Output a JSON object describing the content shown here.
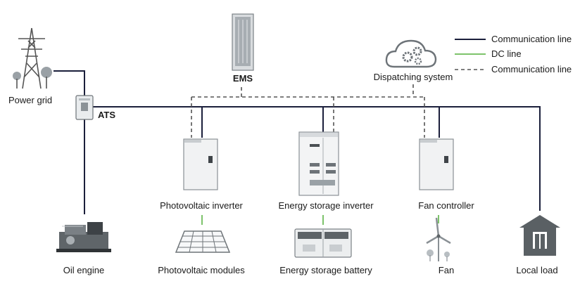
{
  "legend": [
    {
      "label": "Communication line",
      "style": "solid",
      "color": "#1b1f3b"
    },
    {
      "label": "DC line",
      "style": "solid",
      "color": "#7dc36b"
    },
    {
      "label": "Communication line",
      "style": "dashed",
      "color": "#555555"
    }
  ],
  "nodes": {
    "power_grid": "Power grid",
    "ats": "ATS",
    "ems": "EMS",
    "dispatching_system": "Dispatching system",
    "pv_inverter": "Photovoltaic inverter",
    "storage_inverter": "Energy storage inverter",
    "fan_controller": "Fan controller",
    "oil_engine": "Oil engine",
    "pv_modules": "Photovoltaic modules",
    "storage_battery": "Energy storage battery",
    "fan": "Fan",
    "local_load": "Local load"
  },
  "icons": {
    "power_grid": "power-tower-icon",
    "ats": "ats-switch-icon",
    "ems": "server-cabinet-icon",
    "dispatching_system": "cloud-gear-icon",
    "pv_inverter": "inverter-cabinet-icon",
    "storage_inverter": "large-inverter-cabinet-icon",
    "fan_controller": "controller-cabinet-icon",
    "oil_engine": "generator-icon",
    "pv_modules": "solar-panel-icon",
    "storage_battery": "battery-icon",
    "fan": "wind-turbine-icon",
    "local_load": "house-icon"
  }
}
